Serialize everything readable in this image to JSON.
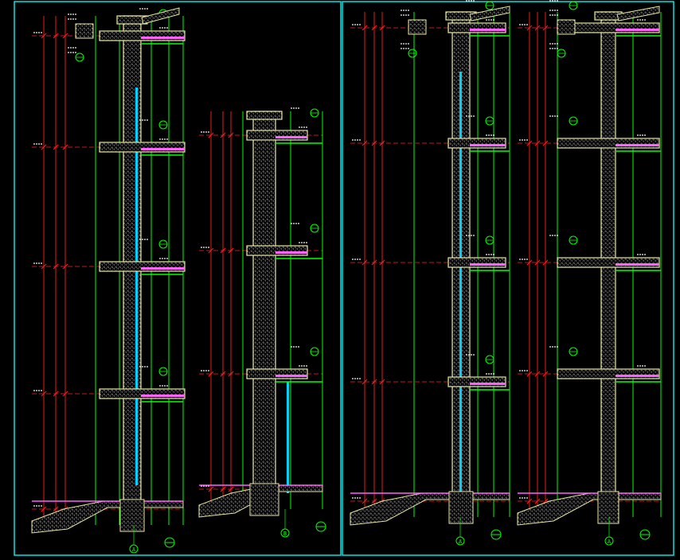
{
  "colors": {
    "background": "#000000",
    "frame": "#00e5e5",
    "wall": "#e8e8a0",
    "outline": "#00ff00",
    "dim": "#ff2020",
    "hatch": "#c8c8c8",
    "glass": "#00d0ff",
    "floor": "#ff60ff",
    "label": "#ffffff"
  },
  "sheets": [
    {
      "name": "sheet-left"
    },
    {
      "name": "sheet-right"
    }
  ],
  "axis_markers": [
    "A",
    "B",
    "A",
    "A"
  ]
}
